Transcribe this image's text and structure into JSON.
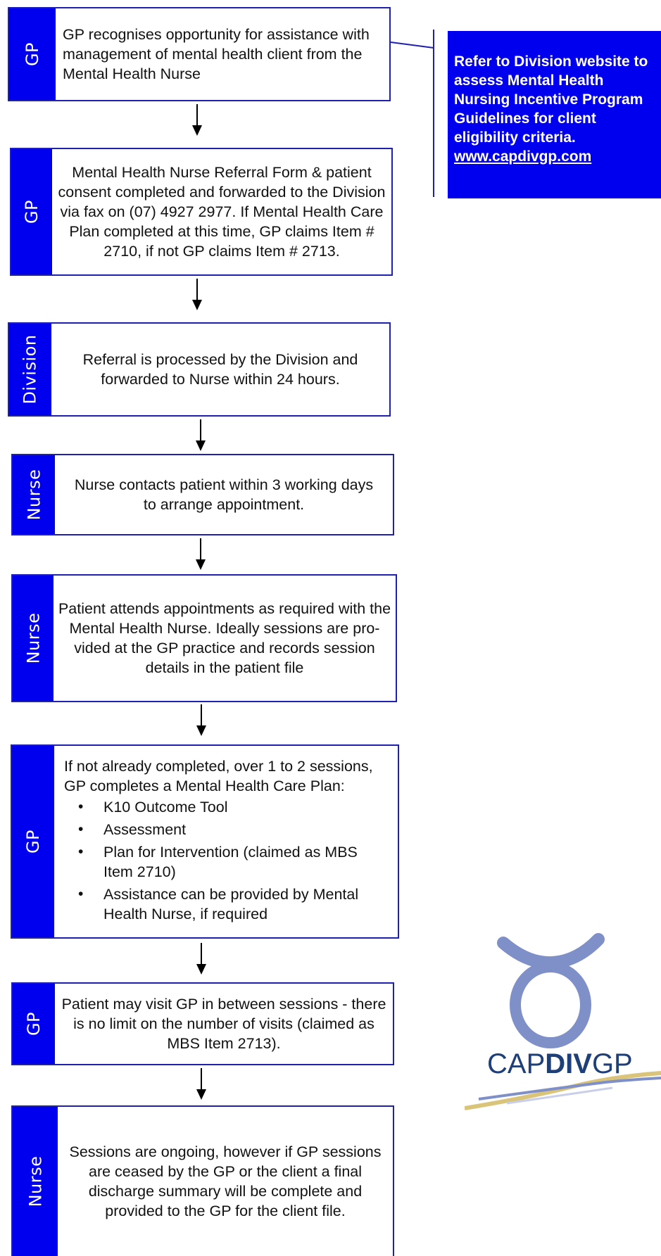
{
  "steps": [
    {
      "role": "GP",
      "text": "GP recognises  opportunity for assistance with management of mental health client from the Mental Health Nurse"
    },
    {
      "role": "GP",
      "text": "Mental Health Nurse Referral Form & patient consent completed and forwarded to the Division via fax on  (07) 4927 2977.  If Mental Health Care Plan completed  at this time, GP claims Item # 2710, if not GP claims Item # 2713."
    },
    {
      "role": "Division",
      "text": "Referral is processed by the Division and forwarded to Nurse within 24 hours."
    },
    {
      "role": "Nurse",
      "text": "Nurse contacts patient within 3 working days to arrange appointment."
    },
    {
      "role": "Nurse",
      "text": "Patient attends appointments as required with the Mental Health Nurse. Ideally sessions are pro-vided at the GP practice and records session details in the patient file"
    },
    {
      "role": "GP",
      "intro": "If not already completed, over 1 to 2 sessions, GP completes a Mental Health Care Plan:",
      "items": [
        "K10 Outcome Tool",
        "Assessment",
        "Plan for Intervention (claimed as MBS Item 2710)",
        "Assistance can be provided by Mental Health Nurse, if required"
      ]
    },
    {
      "role": "GP",
      "text": "Patient may visit GP in between sessions - there is no limit on the number of visits (claimed as MBS Item 2713)."
    },
    {
      "role": "Nurse",
      "text": "Sessions are ongoing, however if GP sessions are ceased by the GP or the client a final discharge summary will be complete and provided to the GP for the client file."
    }
  ],
  "sidebox": {
    "text": "Refer to Division website to assess Mental Health Nursing Incentive Program Guidelines for client eligibility criteria.",
    "link": "www.capdivgp.com"
  },
  "logo": {
    "prefix": "CAP",
    "bold": "DIV",
    "suffix": "GP"
  },
  "colors": {
    "accent": "#0000ee",
    "border": "#1f1fb0",
    "logo_symbol": "#7f8fc8",
    "logo_text": "#1f3f78"
  }
}
